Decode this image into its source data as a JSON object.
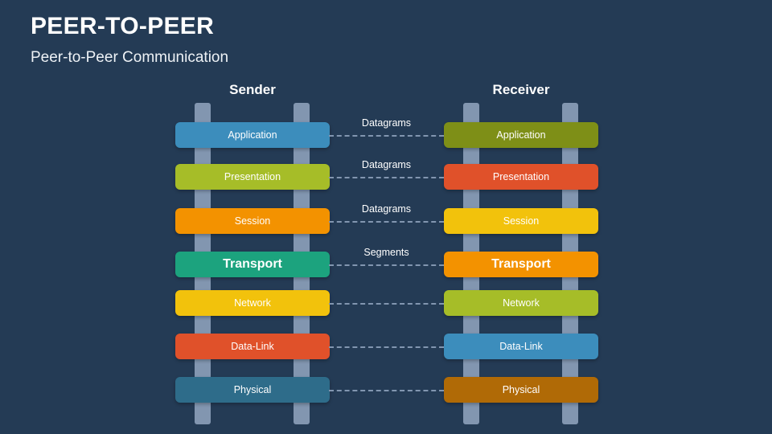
{
  "header": {
    "title": "PEER-TO-PEER",
    "subtitle": "Peer-to-Peer Communication"
  },
  "columns": {
    "sender": {
      "heading": "Sender",
      "layers": [
        {
          "label": "Application",
          "color": "#3c8dbc",
          "emphasis": false
        },
        {
          "label": "Presentation",
          "color": "#a6bd28",
          "emphasis": false
        },
        {
          "label": "Session",
          "color": "#f39200",
          "emphasis": false
        },
        {
          "label": "Transport",
          "color": "#1ca37e",
          "emphasis": true
        },
        {
          "label": "Network",
          "color": "#f2c20c",
          "emphasis": false
        },
        {
          "label": "Data-Link",
          "color": "#e0512a",
          "emphasis": false
        },
        {
          "label": "Physical",
          "color": "#2e6c8a",
          "emphasis": false
        }
      ]
    },
    "receiver": {
      "heading": "Receiver",
      "layers": [
        {
          "label": "Application",
          "color": "#7e8f17",
          "emphasis": false
        },
        {
          "label": "Presentation",
          "color": "#e0512a",
          "emphasis": false
        },
        {
          "label": "Session",
          "color": "#f2c20c",
          "emphasis": false
        },
        {
          "label": "Transport",
          "color": "#f39200",
          "emphasis": true
        },
        {
          "label": "Network",
          "color": "#a6bd28",
          "emphasis": false
        },
        {
          "label": "Data-Link",
          "color": "#3c8dbc",
          "emphasis": false
        },
        {
          "label": "Physical",
          "color": "#b06a06",
          "emphasis": false
        }
      ]
    }
  },
  "connectors": [
    {
      "label": "Datagrams"
    },
    {
      "label": "Datagrams"
    },
    {
      "label": "Datagrams"
    },
    {
      "label": "Segments"
    },
    {
      "label": ""
    },
    {
      "label": ""
    },
    {
      "label": ""
    }
  ],
  "theme": {
    "background": "#243b55",
    "rail": "#8296b0",
    "text": "#ffffff"
  }
}
